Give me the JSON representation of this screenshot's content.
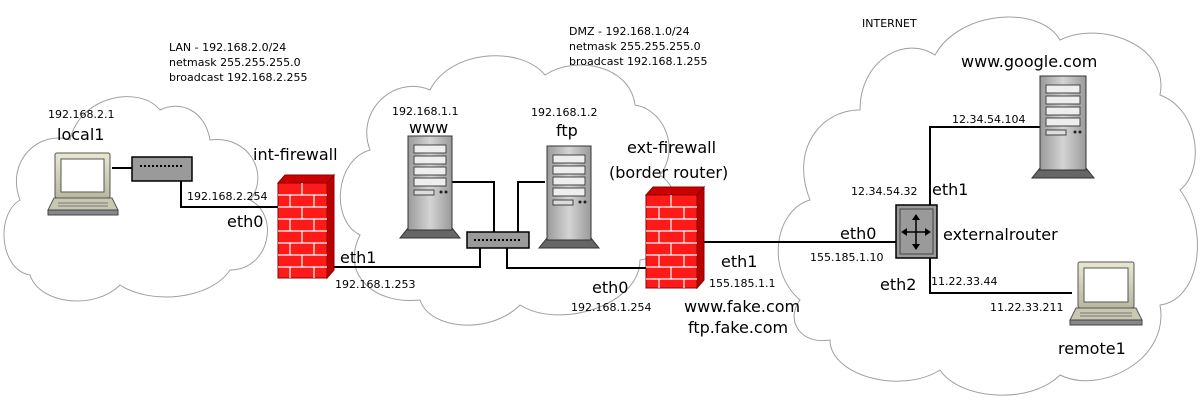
{
  "lan": {
    "line1": "LAN - 192.168.2.0/24",
    "line2": "netmask 255.255.255.0",
    "line3": "broadcast 192.168.2.255"
  },
  "dmz": {
    "line1": "DMZ - 192.168.1.0/24",
    "line2": "netmask 255.255.255.0",
    "line3": "broadcast 192.168.1.255"
  },
  "internet": {
    "title": "INTERNET"
  },
  "local1": {
    "ip": "192.168.2.1",
    "name": "local1"
  },
  "int_firewall": {
    "name": "int-firewall",
    "eth0": "eth0",
    "eth0_ip": "192.168.2.254",
    "eth1": "eth1",
    "eth1_ip": "192.168.1.253"
  },
  "www": {
    "ip": "192.168.1.1",
    "name": "www"
  },
  "ftp": {
    "ip": "192.168.1.2",
    "name": "ftp"
  },
  "ext_firewall": {
    "name_line1": "ext-firewall",
    "name_line2": "(border router)",
    "eth0": "eth0",
    "eth0_ip": "192.168.1.254",
    "eth1": "eth1",
    "eth1_ip": "155.185.1.1",
    "host1": "www.fake.com",
    "host2": "ftp.fake.com"
  },
  "externalrouter": {
    "name": "externalrouter",
    "eth0": "eth0",
    "eth0_ip": "155.185.1.10",
    "eth1": "eth1",
    "eth1_ip": "12.34.54.32",
    "eth2": "eth2",
    "eth2_ip": "11.22.33.44"
  },
  "google": {
    "name": "www.google.com",
    "ip": "12.34.54.104"
  },
  "remote1": {
    "name": "remote1",
    "ip": "11.22.33.211"
  },
  "colors": {
    "firewall": "#ff1a1a",
    "device_gray": "#b8b8b8",
    "cloud_stroke": "#a0a0a0",
    "screen": "#ffffff"
  }
}
